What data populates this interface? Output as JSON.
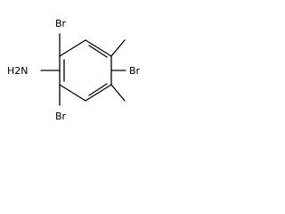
{
  "structure": {
    "atoms": {
      "amine": "H2N",
      "br_top": "Br",
      "br_right": "Br",
      "br_bottom": "Br"
    }
  }
}
